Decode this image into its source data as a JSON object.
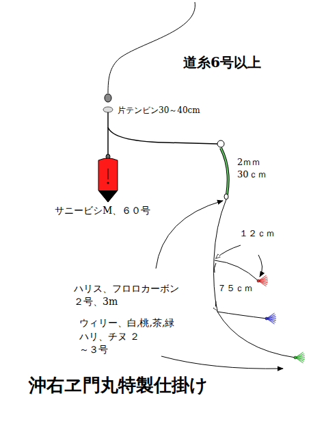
{
  "diagram": {
    "caption": "沖右ヱ門丸特製仕掛け",
    "labels": [
      "道糸6号以上",
      "片テンビン30～40cm",
      "2ｍｍ 30ｃｍ",
      "サニービシM、６０号",
      "１２ｃｍ",
      "７５ｃｍ",
      "ハリス、フロロカーボン ２号、3m",
      "ウィリー、白,桃,茶,緑",
      "ハリ、チヌ ２～３号"
    ]
  }
}
